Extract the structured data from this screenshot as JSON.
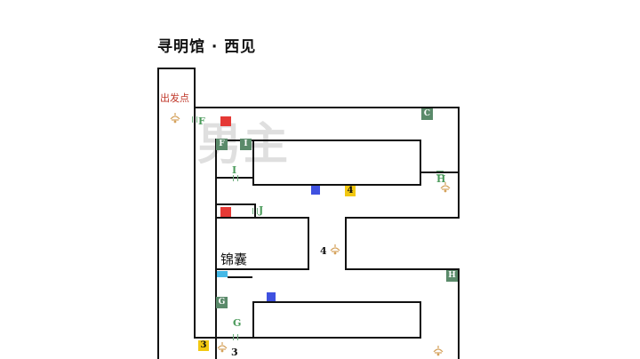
{
  "map": {
    "title": "寻明馆 · 西见",
    "watermark": "男主",
    "start_label": "出发点",
    "room_label": "锦囊"
  },
  "gates": {
    "f_left": "F",
    "f_top": "F",
    "i_top": "I",
    "i_mid": "I",
    "c": "C",
    "h_mid": "H",
    "h_right": "H",
    "j": "J",
    "g_left": "G",
    "g_mid": "G"
  },
  "counters": {
    "four_badge": "4",
    "four_label": "4",
    "three_badge": "3",
    "three_label": "3"
  },
  "colors": {
    "wall": "#111111",
    "gate_tile": "#5a8a6a",
    "gate_label": "#4a9a5a",
    "red_marker": "#e53935",
    "blue_marker": "#3f51e0",
    "cyan_marker": "#45b8e6",
    "yellow_badge": "#f2c811",
    "lamp": "#d4a15a"
  },
  "icons": [
    "lamp-icon",
    "red-marker",
    "blue-marker",
    "cyan-marker"
  ]
}
